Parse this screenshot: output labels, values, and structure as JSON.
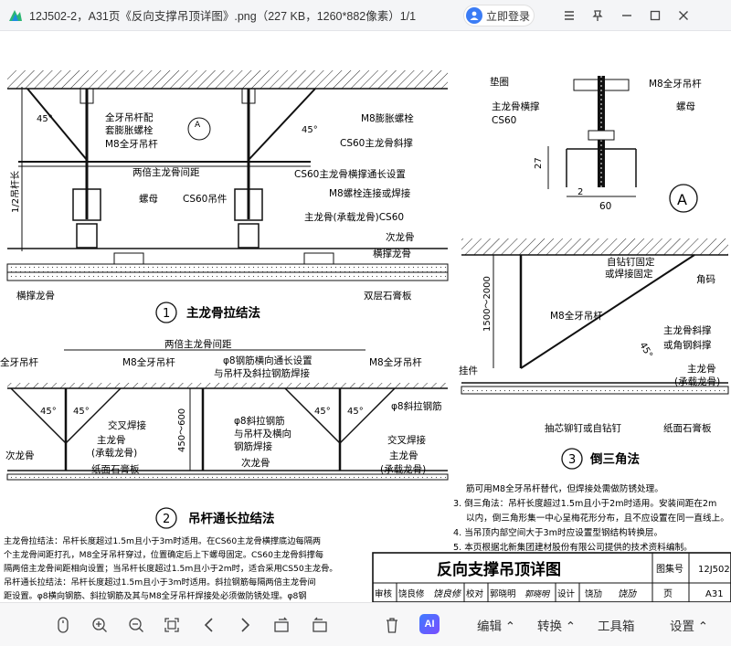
{
  "window": {
    "title": "12J502-2，A31页《反向支撑吊顶详图》.png（227 KB，1260*882像素）1/1",
    "login_label": "立即登录"
  },
  "icons": {
    "app": "ruler-logo-icon",
    "login": "user-avatar-icon",
    "menu": "menu-icon",
    "pin": "pin-icon",
    "minimize": "minimize-icon",
    "maximize": "maximize-icon",
    "close": "close-icon"
  },
  "drawing": {
    "fig1_title": "主龙骨拉结法",
    "fig1_num": "1",
    "fig1_labels": {
      "l1": "全牙吊杆配",
      "l2": "套膨胀螺栓",
      "l3": "M8全牙吊杆",
      "l4": "两倍主龙骨间距",
      "l5": "螺母",
      "l6": "CS60吊件",
      "l7": "横撑龙骨",
      "r1": "M8膨胀螺栓",
      "r2": "CS60主龙骨斜撑",
      "r3": "CS60主龙骨横撑通长设置",
      "r4": "M8螺栓连接或焊接",
      "r5": "主龙骨(承载龙骨)CS60",
      "r6": "次龙骨",
      "r7": "横撑龙骨",
      "r8": "双层石膏板",
      "dim1": "1/2吊杆长",
      "ang": "45°",
      "cA": "A"
    },
    "figA_labels": {
      "a1": "垫圈",
      "a2": "M8全牙吊杆",
      "a3": "主龙骨横撑",
      "a4": "CS60",
      "a5": "螺母",
      "d27": "27",
      "d2": "2",
      "d60": "60",
      "big": "A"
    },
    "fig3_title": "倒三角法",
    "fig3_num": "3",
    "fig3_labels": {
      "t1": "自钻钉固定",
      "t2": "或焊接固定",
      "t3": "角码",
      "t4": "M8全牙吊杆",
      "t5": "主龙骨斜撑",
      "t6": "或角钢斜撑",
      "t7": "主龙骨",
      "t8": "(承载龙骨)",
      "t9": "挂件",
      "t10": "抽芯铆钉或自钻钉",
      "t11": "纸面石膏板",
      "dim": "1500～2000",
      "ang": "45°"
    },
    "fig2_title": "吊杆通长拉结法",
    "fig2_num": "2",
    "fig2_labels": {
      "top": "两倍主龙骨间距",
      "s1": "全牙吊杆",
      "s2": "M8全牙吊杆",
      "s3": "φ8钢筋横向通长设置",
      "s4": "与吊杆及斜拉钢筋焊接",
      "s5": "M8全牙吊杆",
      "s6": "φ8斜拉钢筋",
      "s7": "φ8斜拉钢筋",
      "s8": "与吊杆及横向",
      "s9": "钢筋焊接",
      "s10": "交叉焊接",
      "s11": "主龙骨",
      "s12": "(承载龙骨)",
      "s13": "纸面石膏板",
      "s14": "次龙骨",
      "s15": "次龙骨",
      "s16": "交叉焊接",
      "s17": "主龙骨",
      "s18": "(承载龙骨)",
      "dim": "450～600",
      "a1": "45°",
      "a2": "45°",
      "a3": "45°",
      "a4": "45°"
    },
    "notes_right": [
      "筋可用M8全牙吊杆替代，但焊接处需做防锈处理。",
      "3. 倒三角法：吊杆长度超过1.5m且小于2m时适用。安装间距在2m",
      "以内，倒三角形集一中心呈梅花形分布，且不应设置在同一直线上。",
      "4. 当吊顶内部空间大于3m时应设置型钢结构转换层。",
      "5. 本页根据北新集团建材股份有限公司提供的技术资料编制。"
    ],
    "notes_left": [
      "主龙骨拉结法：吊杆长度超过1.5m且小于3m时适用。在CS60主龙骨横撑底边每隔两",
      "个主龙骨间距打孔，M8全牙吊杆穿过，位置确定后上下螺母固定。CS60主龙骨斜撑每",
      "隔两倍主龙骨间距相向设置；当吊杆长度超过1.5m且小于2m时，适合采用CS50主龙骨。",
      "吊杆通长拉结法：吊杆长度超过1.5m且小于3m时适用。斜拉钢筋每隔两倍主龙骨间",
      "距设置。φ8横向钢筋、斜拉钢筋及其与M8全牙吊杆焊接处必须做防锈处理。φ8钢"
    ],
    "titleblock": {
      "title": "反向支撑吊顶详图",
      "atlas_label": "图集号",
      "atlas_no": "12J502",
      "page_label": "页",
      "page_no": "A31",
      "roles": [
        "审核",
        "校对",
        "设计"
      ],
      "names": [
        "饶良修",
        "郭晓明",
        "饶劢"
      ],
      "signs": [
        "饶良修",
        "郭晓明",
        "饶劢"
      ]
    }
  },
  "toolbar": {
    "icons": [
      "mouse-icon",
      "zoom-in-icon",
      "zoom-out-icon",
      "fit-screen-icon",
      "prev-icon",
      "next-icon",
      "rotate-left-icon",
      "rotate-right-icon",
      "delete-icon"
    ],
    "ai_label": "AI",
    "edit": "编辑",
    "convert": "转换",
    "tools": "工具箱",
    "settings": "设置"
  }
}
